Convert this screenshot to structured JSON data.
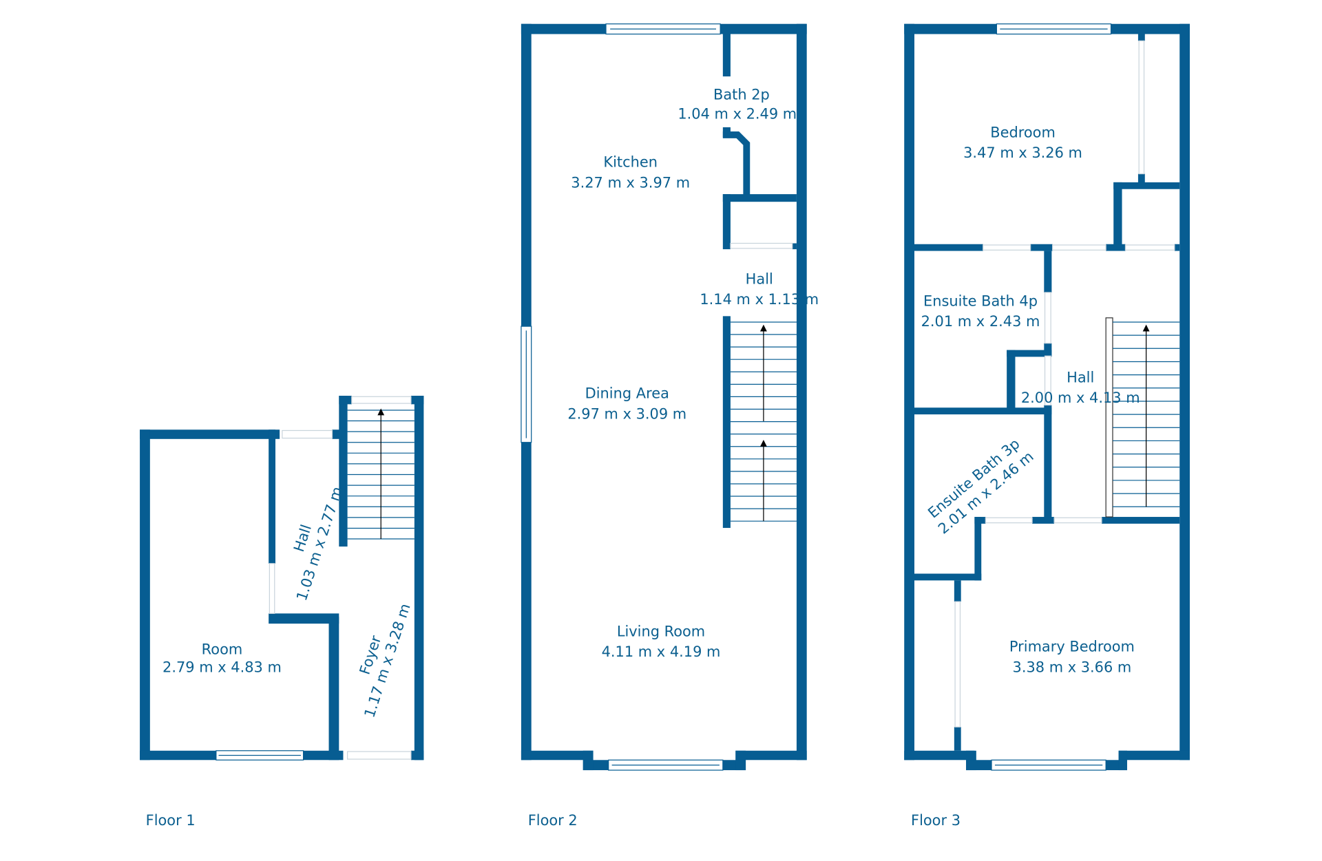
{
  "wall_color": "#075d92",
  "floors": [
    {
      "label": "Floor 1",
      "rooms": [
        {
          "name": "Room",
          "size": "2.79 m x 4.83 m"
        },
        {
          "name": "Hall",
          "size": "1.03 m x 2.77 m"
        },
        {
          "name": "Foyer",
          "size": "1.17 m x 3.28 m"
        }
      ]
    },
    {
      "label": "Floor 2",
      "rooms": [
        {
          "name": "Bath 2p",
          "size": "1.04 m x 2.49 m"
        },
        {
          "name": "Kitchen",
          "size": "3.27 m x 3.97 m"
        },
        {
          "name": "Hall",
          "size": "1.14 m x 1.13 m"
        },
        {
          "name": "Dining Area",
          "size": "2.97 m x 3.09 m"
        },
        {
          "name": "Living Room",
          "size": "4.11 m x 4.19 m"
        }
      ]
    },
    {
      "label": "Floor 3",
      "rooms": [
        {
          "name": "Bedroom",
          "size": "3.47 m x 3.26 m"
        },
        {
          "name": "Ensuite Bath 4p",
          "size": "2.01 m x 2.43 m"
        },
        {
          "name": "Hall",
          "size": "2.00 m x 4.13 m"
        },
        {
          "name": "Ensuite Bath 3p",
          "size": "2.01 m x 2.46 m"
        },
        {
          "name": "Primary Bedroom",
          "size": "3.38 m x 3.66 m"
        }
      ]
    }
  ]
}
